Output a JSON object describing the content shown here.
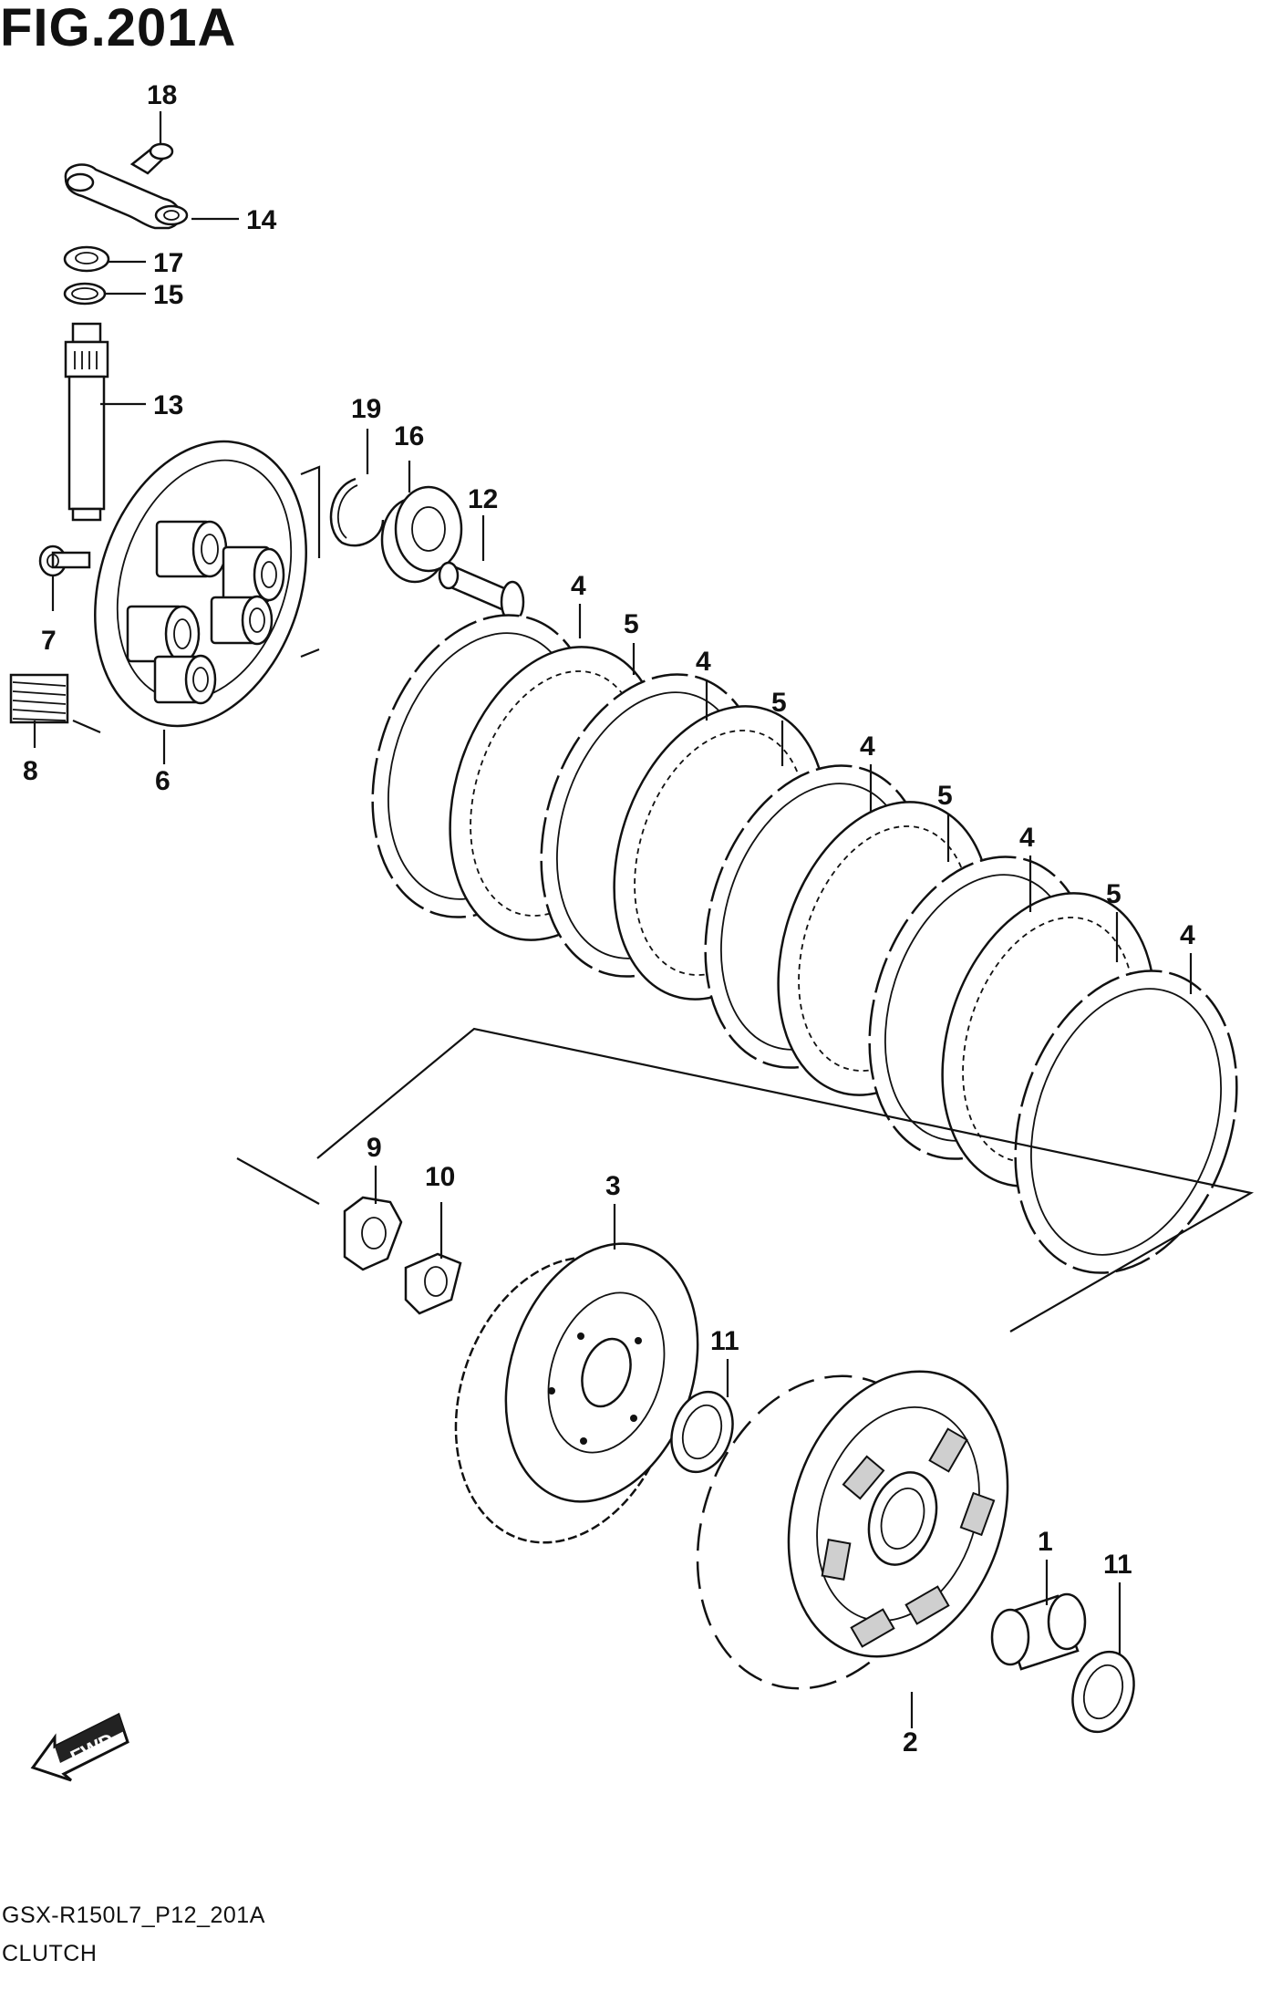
{
  "figure": {
    "title": "FIG.201A",
    "code": "GSX-R150L7_P12_201A",
    "name": "CLUTCH",
    "fwd_label": "FWD"
  },
  "callouts": [
    {
      "id": "c18",
      "label": "18"
    },
    {
      "id": "c14",
      "label": "14"
    },
    {
      "id": "c17",
      "label": "17"
    },
    {
      "id": "c15",
      "label": "15"
    },
    {
      "id": "c13",
      "label": "13"
    },
    {
      "id": "c19",
      "label": "19"
    },
    {
      "id": "c16",
      "label": "16"
    },
    {
      "id": "c12",
      "label": "12"
    },
    {
      "id": "c7",
      "label": "7"
    },
    {
      "id": "c8",
      "label": "8"
    },
    {
      "id": "c6",
      "label": "6"
    },
    {
      "id": "c4a",
      "label": "4"
    },
    {
      "id": "c5a",
      "label": "5"
    },
    {
      "id": "c4b",
      "label": "4"
    },
    {
      "id": "c5b",
      "label": "5"
    },
    {
      "id": "c4c",
      "label": "4"
    },
    {
      "id": "c5c",
      "label": "5"
    },
    {
      "id": "c4d",
      "label": "4"
    },
    {
      "id": "c5d",
      "label": "5"
    },
    {
      "id": "c4e",
      "label": "4"
    },
    {
      "id": "c9",
      "label": "9"
    },
    {
      "id": "c10",
      "label": "10"
    },
    {
      "id": "c3",
      "label": "3"
    },
    {
      "id": "c11a",
      "label": "11"
    },
    {
      "id": "c1",
      "label": "1"
    },
    {
      "id": "c11b",
      "label": "11"
    },
    {
      "id": "c2",
      "label": "2"
    }
  ]
}
